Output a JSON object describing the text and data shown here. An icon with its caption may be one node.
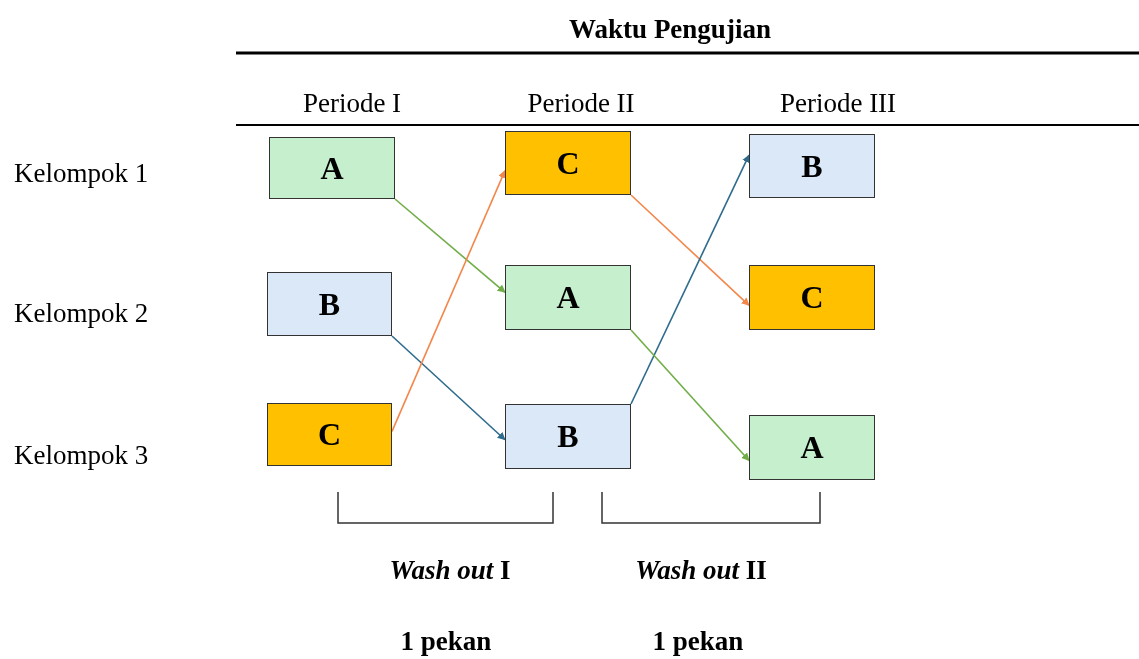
{
  "diagram": {
    "title": "Waktu Pengujian",
    "nodes": [
      {
        "text": [
          "A"
        ]
      },
      {
        "text": [
          "C"
        ]
      },
      {
        "text": [
          "B"
        ]
      },
      {
        "text": [
          "B"
        ]
      },
      {
        "text": [
          "A"
        ]
      },
      {
        "text": [
          "C"
        ]
      },
      {
        "text": [
          "C"
        ]
      },
      {
        "text": [
          "B"
        ]
      },
      {
        "text": [
          "A"
        ]
      }
    ],
    "edges": [
      {
        "from": 0,
        "to": 4,
        "arrow": "to",
        "color": "#70ad47"
      },
      {
        "from": 3,
        "to": 7,
        "arrow": "to",
        "color": "#2e6b8c"
      },
      {
        "from": 6,
        "to": 1,
        "arrow": "to",
        "color": "#f4864a"
      },
      {
        "from": 1,
        "to": 5,
        "arrow": "to",
        "color": "#f4864a"
      },
      {
        "from": 7,
        "to": 2,
        "arrow": "to",
        "color": "#2e6b8c"
      },
      {
        "from": 4,
        "to": 8,
        "arrow": "to",
        "color": "#70ad47"
      }
    ],
    "labels": [
      "Periode I",
      "Periode II",
      "Periode III",
      "Kelompok 1",
      "Kelompok 2",
      "Kelompok 3",
      "*Wash out* I",
      "*Wash out* II",
      "1 pekan",
      "1 pekan"
    ]
  }
}
